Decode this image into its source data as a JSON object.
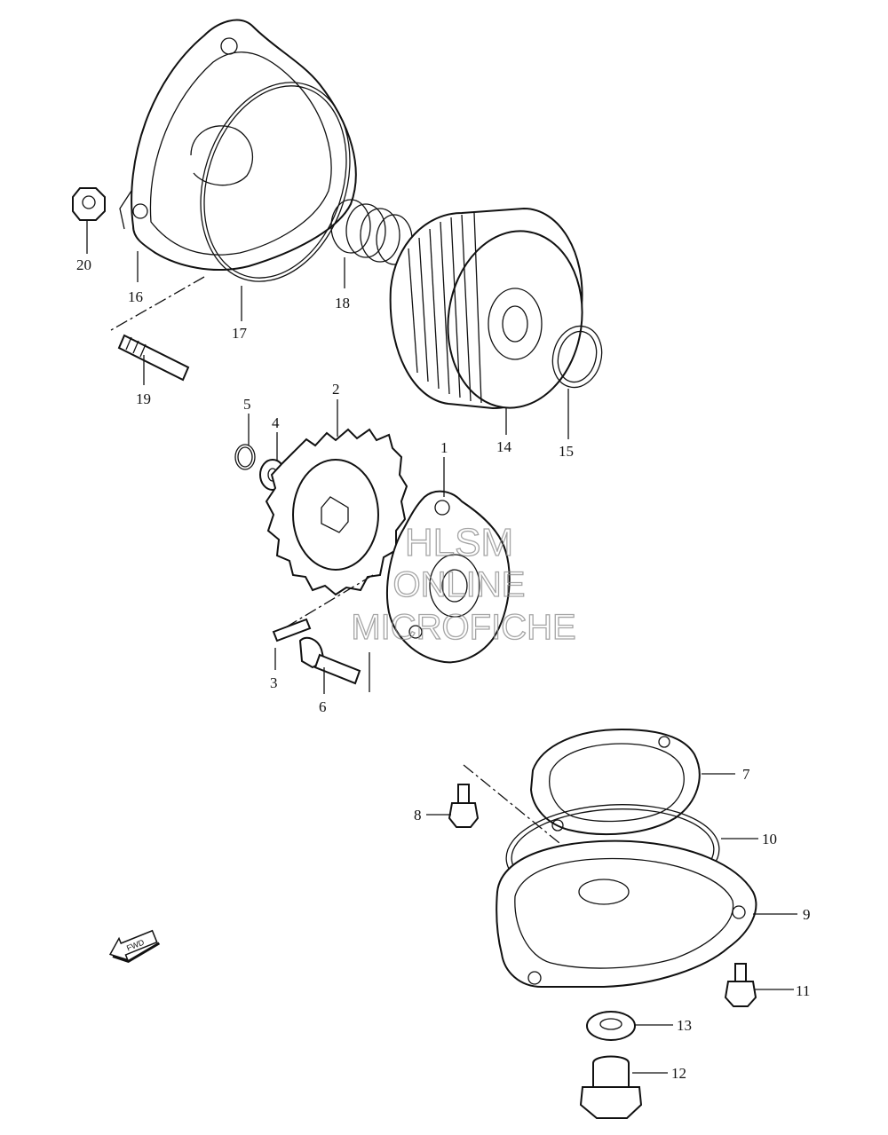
{
  "callouts": {
    "c1": "1",
    "c2": "2",
    "c3": "3",
    "c4": "4",
    "c5": "5",
    "c6": "6",
    "c7": "7",
    "c8": "8",
    "c9": "9",
    "c10": "10",
    "c11": "11",
    "c12": "12",
    "c13": "13",
    "c14": "14",
    "c15": "15",
    "c16": "16",
    "c17": "17",
    "c18": "18",
    "c19": "19",
    "c20": "20"
  },
  "watermark": {
    "line1": "HLSM",
    "line2": "ONLINE",
    "line3": "MICROFICHE"
  },
  "fwd_arrow": {
    "label": "FWD"
  }
}
